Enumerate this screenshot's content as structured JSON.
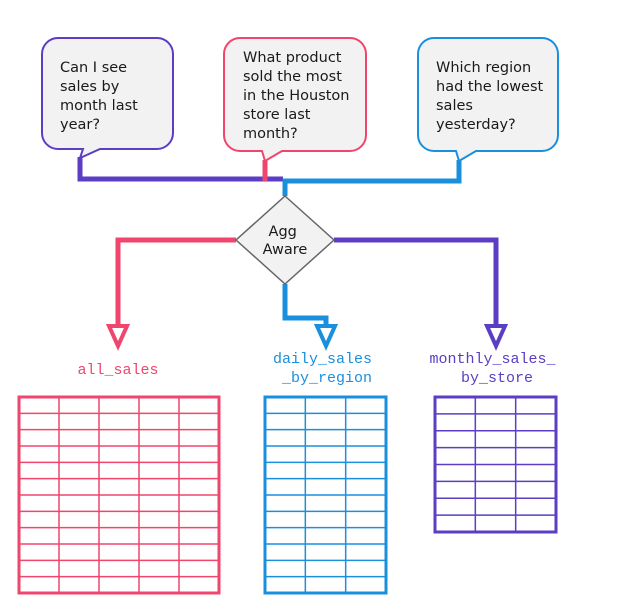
{
  "colors": {
    "red": "#f0456d",
    "purple": "#5b3ec3",
    "blue": "#1a8fdd",
    "bubble_fill": "#f2f2f2",
    "diamond_fill": "#f2f2f2",
    "diamond_stroke": "#666666"
  },
  "questions": {
    "q1": {
      "lines": [
        "Can I see",
        "sales by",
        "month last",
        "year?"
      ]
    },
    "q2": {
      "lines": [
        "What product",
        "sold the most",
        "in the Houston",
        "store last",
        "month?"
      ]
    },
    "q3": {
      "lines": [
        "Which region",
        "had the lowest",
        "sales",
        "yesterday?"
      ]
    }
  },
  "decision": {
    "lines": [
      "Agg",
      "Aware"
    ]
  },
  "tables": {
    "all_sales": {
      "label_lines": [
        "all_sales"
      ]
    },
    "daily_sales_by_region": {
      "label_lines": [
        "daily_sales",
        "_by_region"
      ]
    },
    "monthly_sales_by_store": {
      "label_lines": [
        "monthly_sales_",
        "by_store"
      ]
    }
  }
}
